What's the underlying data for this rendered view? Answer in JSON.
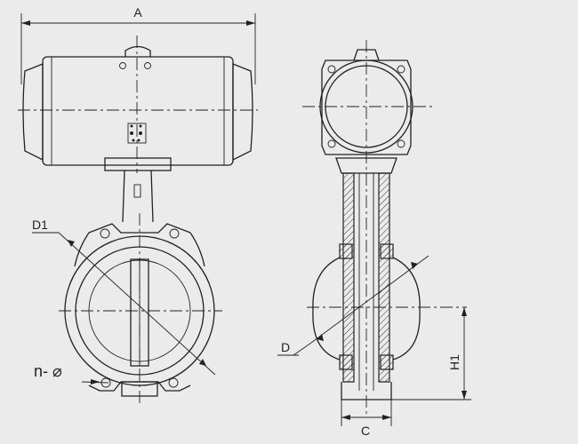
{
  "labels": {
    "a": "A",
    "d1": "D1",
    "n_dia": "n- ⌀",
    "d": "D",
    "h1": "H1",
    "c": "C"
  }
}
